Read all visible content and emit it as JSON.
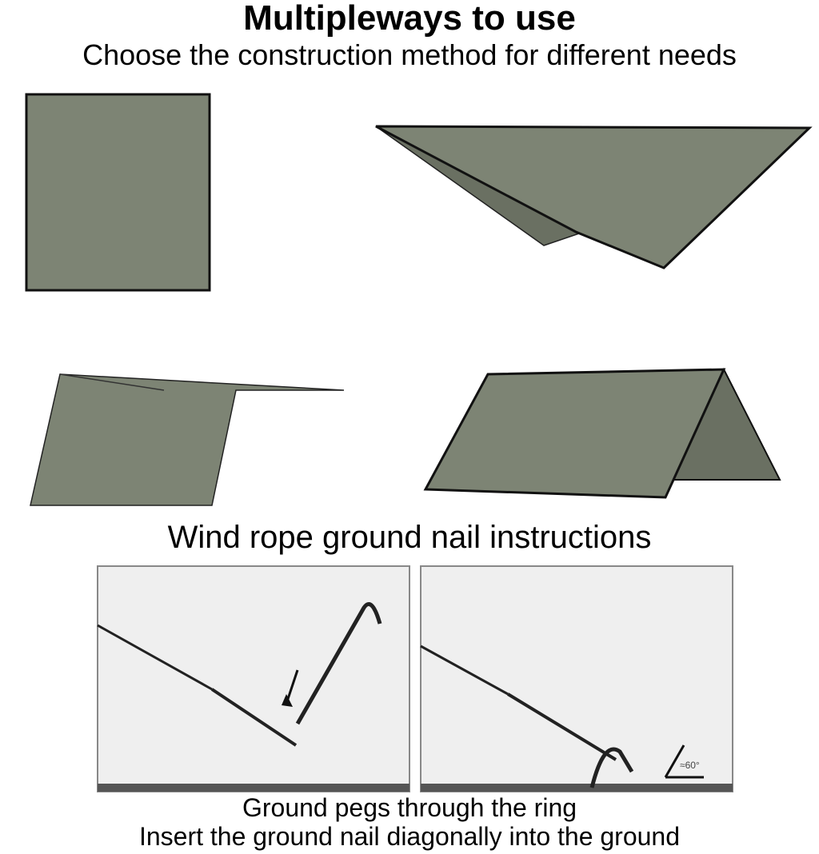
{
  "title": "Multipleways to use",
  "subtitle": "Choose the construction method for different needs",
  "section_title": "Wind rope ground nail instructions",
  "angle_label": "≈60°",
  "captions": [
    "Ground pegs through the ring",
    "Insert the ground nail diagonally into the ground"
  ],
  "colors": {
    "tarp": "#7d8474",
    "tarp_dark": "#6a7062"
  }
}
